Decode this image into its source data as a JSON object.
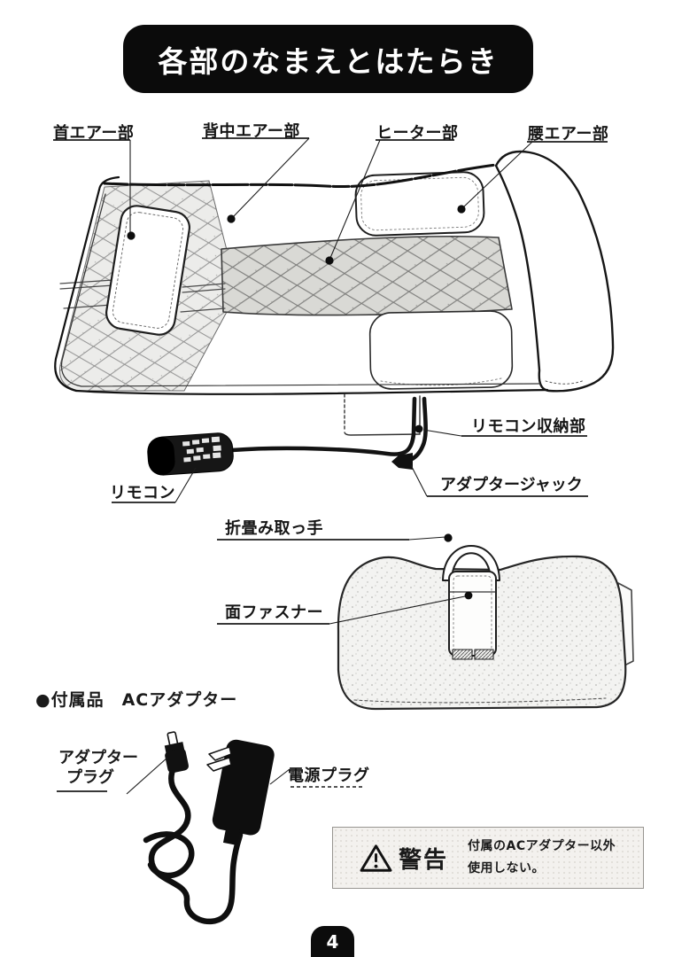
{
  "page": {
    "title": "各部のなまえとはたらき",
    "page_number": "4"
  },
  "part_labels": {
    "neck_air": "首エアー部",
    "back_air": "背中エアー部",
    "heater": "ヒーター部",
    "waist_air": "腰エアー部",
    "remote_storage": "リモコン収納部",
    "remote_control": "リモコン",
    "adapter_jack": "アダプタージャック",
    "folding_handle": "折畳み取っ手",
    "hook_loop_fastener": "面ファスナー"
  },
  "accessories": {
    "bullet": "●",
    "heading": "付属品　ACアダプター",
    "adapter_plug_line1": "アダプター",
    "adapter_plug_line2": "プラグ",
    "power_plug": "電源プラグ"
  },
  "warning": {
    "label": "警告",
    "line1": "付属のACアダプター以外",
    "line2": "使用しない。"
  },
  "icons": {
    "warning_triangle_icon": "⚠",
    "bullet_icon": "●"
  },
  "colors": {
    "ink": "#1a1a1a",
    "banner_bg": "#0b0b0b",
    "banner_fg": "#ffffff",
    "warning_bg": "#f3f1ee",
    "warning_border": "#979590",
    "quilt_base": "#ececea",
    "heater_base": "#dbdbd7",
    "page_bg": "#ffffff"
  }
}
